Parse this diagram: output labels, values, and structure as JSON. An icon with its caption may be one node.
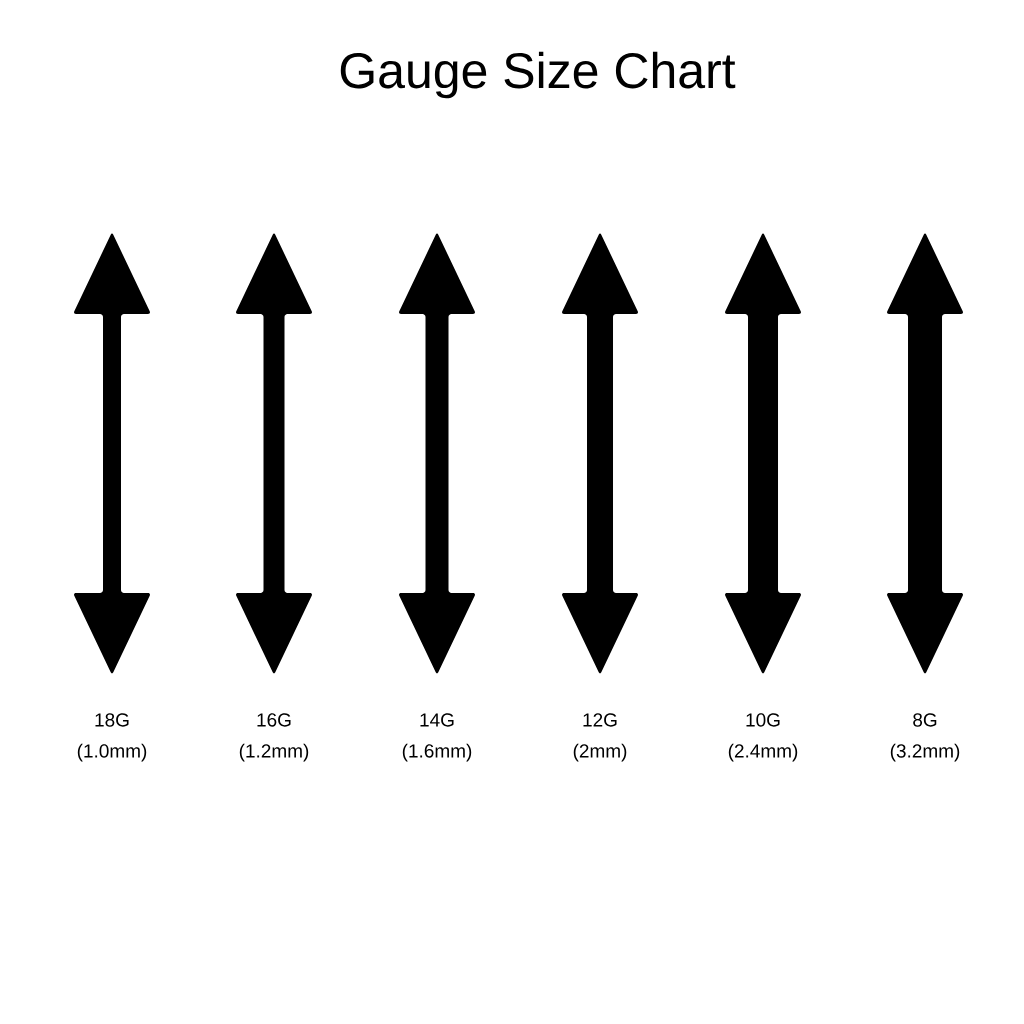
{
  "diagram": {
    "title": "Gauge Size Chart",
    "labels": [
      "18G (1.0mm)",
      "16G (1.2mm)",
      "14G (1.6mm)",
      "12G (2mm)",
      "10G (2.4mm)",
      "8G (3.2mm)"
    ]
  }
}
